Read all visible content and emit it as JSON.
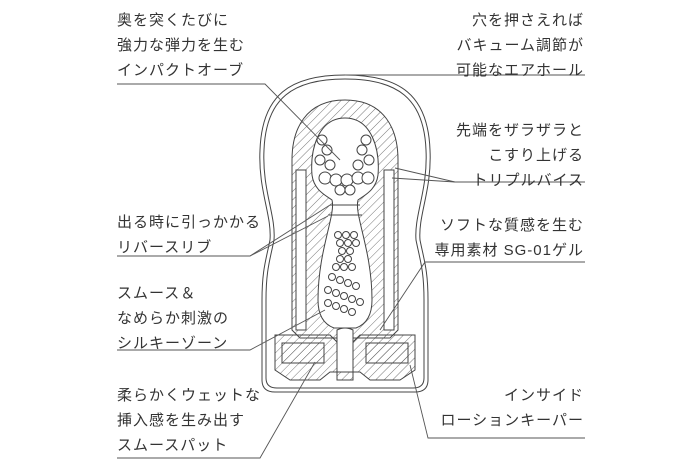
{
  "callouts": {
    "impact_orb": {
      "lines": [
        "奥を突くたびに",
        "強力な弾力を生む",
        "インパクトオーブ"
      ]
    },
    "air_hole": {
      "lines": [
        "穴を押さえれば",
        "バキューム調節が",
        "可能なエアホール"
      ]
    },
    "triple_vise": {
      "lines": [
        "先端をザラザラと",
        "こすり上げる",
        "トリプルバイス"
      ]
    },
    "reverse_rib": {
      "lines": [
        "出る時に引っかかる",
        "リバースリブ"
      ]
    },
    "gel": {
      "lines": [
        "ソフトな質感を生む",
        "専用素材 SG-01ゲル"
      ]
    },
    "silky_zone": {
      "lines": [
        "スムース＆",
        "なめらか刺激の",
        "シルキーゾーン"
      ]
    },
    "smooth_pad": {
      "lines": [
        "柔らかくウェットな",
        "挿入感を生み出す",
        "スムースパット"
      ]
    },
    "lotion_keeper": {
      "lines": [
        "インサイド",
        "ローションキーパー"
      ]
    }
  }
}
